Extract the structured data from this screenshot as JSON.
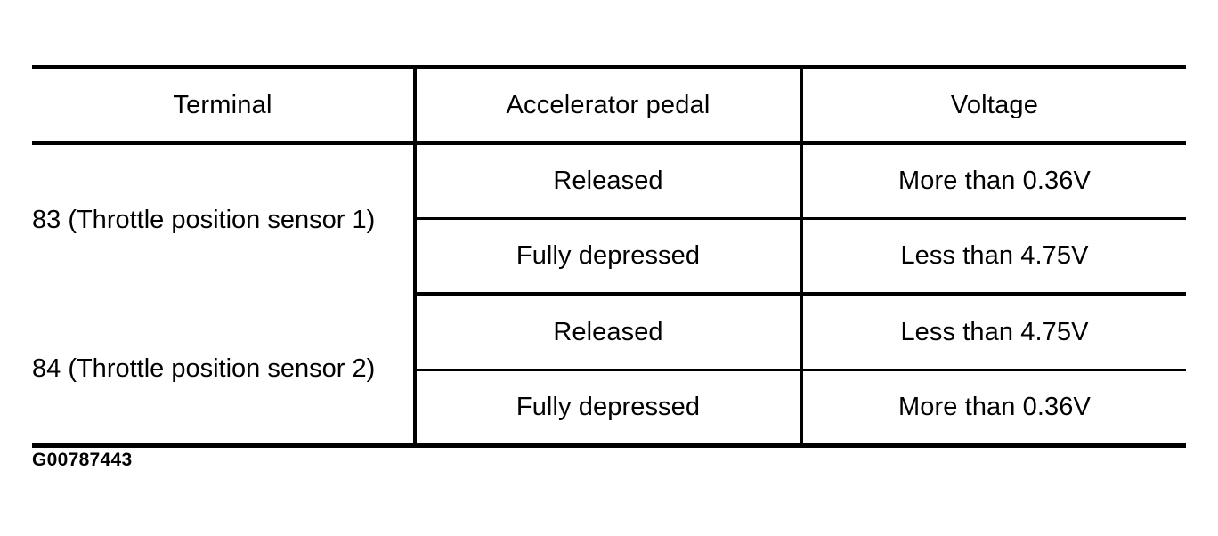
{
  "table": {
    "columns": [
      "Terminal",
      "Accelerator pedal",
      "Voltage"
    ],
    "groups": [
      {
        "terminal": "83\n(Throttle position sensor 1)",
        "terminal_number": "83",
        "terminal_description": "(Throttle position sensor 1)",
        "rows": [
          {
            "pedal": "Released",
            "voltage": "More than 0.36V"
          },
          {
            "pedal": "Fully depressed",
            "voltage": "Less than 4.75V"
          }
        ]
      },
      {
        "terminal": "84\n(Throttle position sensor 2)",
        "terminal_number": "84",
        "terminal_description": "(Throttle position sensor 2)",
        "rows": [
          {
            "pedal": "Released",
            "voltage": "Less than 4.75V"
          },
          {
            "pedal": "Fully depressed",
            "voltage": "More than 0.36V"
          }
        ]
      }
    ]
  },
  "caption": "G00787443",
  "colors": {
    "background": "#ffffff",
    "foreground": "#000000",
    "rule": "#000000"
  }
}
